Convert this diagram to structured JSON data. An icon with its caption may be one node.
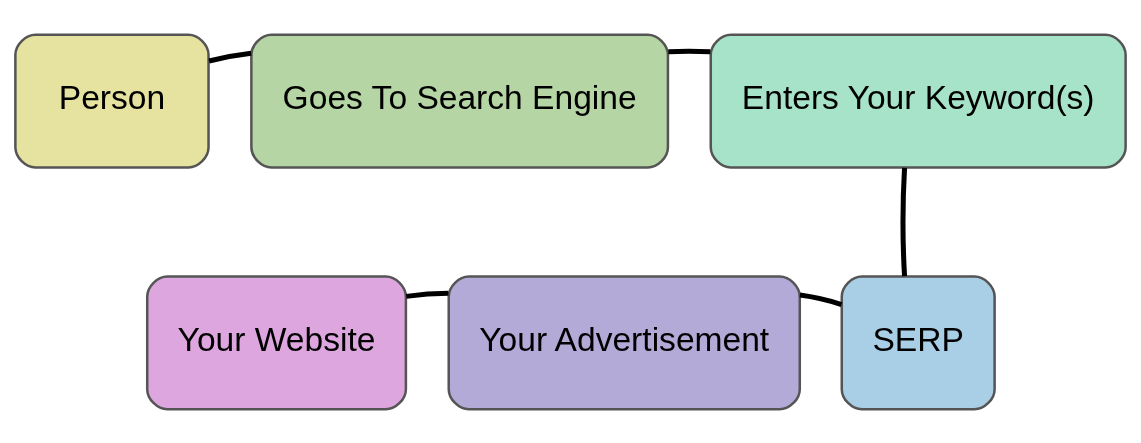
{
  "diagram": {
    "nodes": [
      {
        "text": [
          "Person"
        ]
      },
      {
        "text": [
          "Goes To Search Engine"
        ]
      },
      {
        "text": [
          "Enters Your Keyword(s)"
        ]
      },
      {
        "text": [
          "SERP"
        ]
      },
      {
        "text": [
          "Your Advertisement"
        ]
      },
      {
        "text": [
          "Your Website"
        ]
      }
    ],
    "edges": [
      {
        "from": 0,
        "to": 1,
        "arrow": "none"
      },
      {
        "from": 1,
        "to": 2,
        "arrow": "none"
      },
      {
        "from": 2,
        "to": 3,
        "arrow": "none"
      },
      {
        "from": 3,
        "to": 4,
        "arrow": "none"
      },
      {
        "from": 4,
        "to": 5,
        "arrow": "none"
      }
    ]
  }
}
